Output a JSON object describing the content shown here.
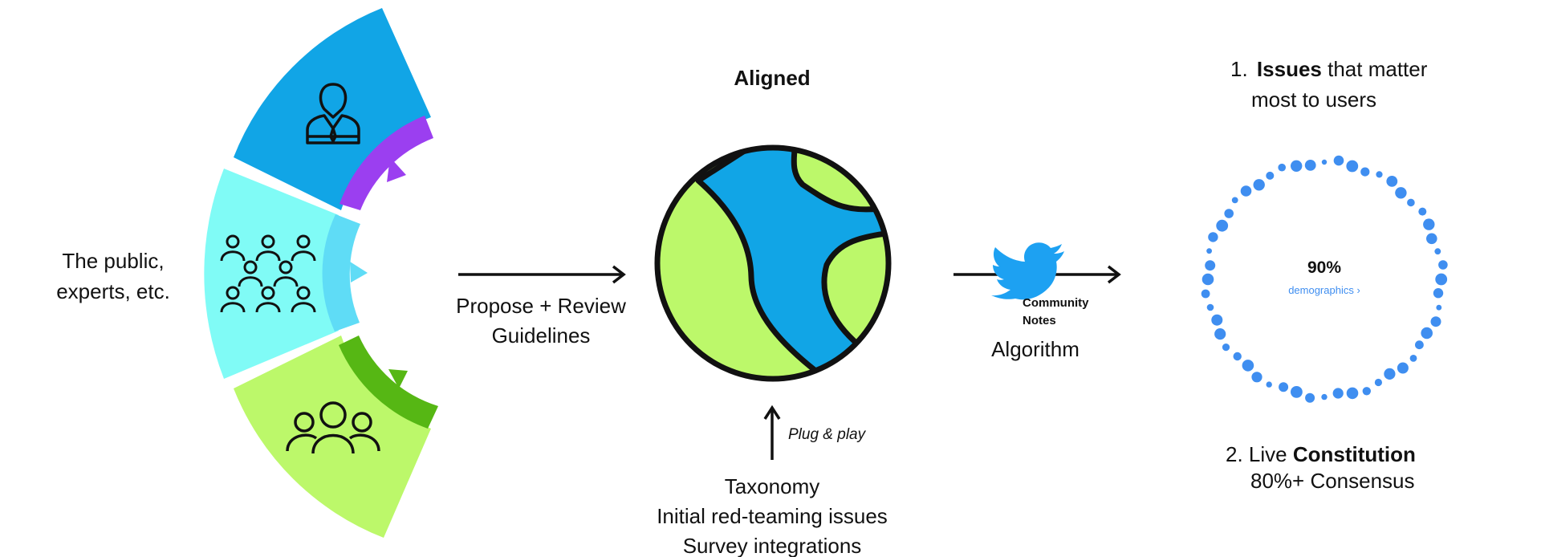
{
  "source_group": {
    "label_line1": "The public,",
    "label_line2": "experts, etc."
  },
  "step_propose": {
    "line1": "Propose + Review",
    "line2": "Guidelines"
  },
  "globe": {
    "title": "Aligned"
  },
  "inputs": {
    "plug_label": "Plug & play",
    "items": [
      "Taxonomy",
      "Initial red-teaming issues",
      "Survey integrations"
    ]
  },
  "algorithm": {
    "brand_line1": "Community",
    "brand_line2": "Notes",
    "label": "Algorithm"
  },
  "outputs": {
    "item1_number": "1.",
    "item1_bold": "Issues",
    "item1_rest": " that matter",
    "item1_line2": "most to users",
    "gauge_value": "90%",
    "gauge_link": "demographics ›",
    "item2_prefix": "2. Live ",
    "item2_bold": "Constitution",
    "item2_line2": "80%+ Consensus"
  },
  "colors": {
    "blue": "#11a5e6",
    "cyan": "#80fbf6",
    "light_cyan": "#5fdcf6",
    "green": "#bcf86a",
    "dark_green": "#56b714",
    "purple": "#9b3ff0",
    "dot_blue": "#3f8ef0",
    "twitter_blue": "#1da1f2"
  },
  "icons": [
    "person-icon",
    "crowd-icon",
    "group-icon",
    "twitter-bird-icon",
    "globe-icon"
  ]
}
